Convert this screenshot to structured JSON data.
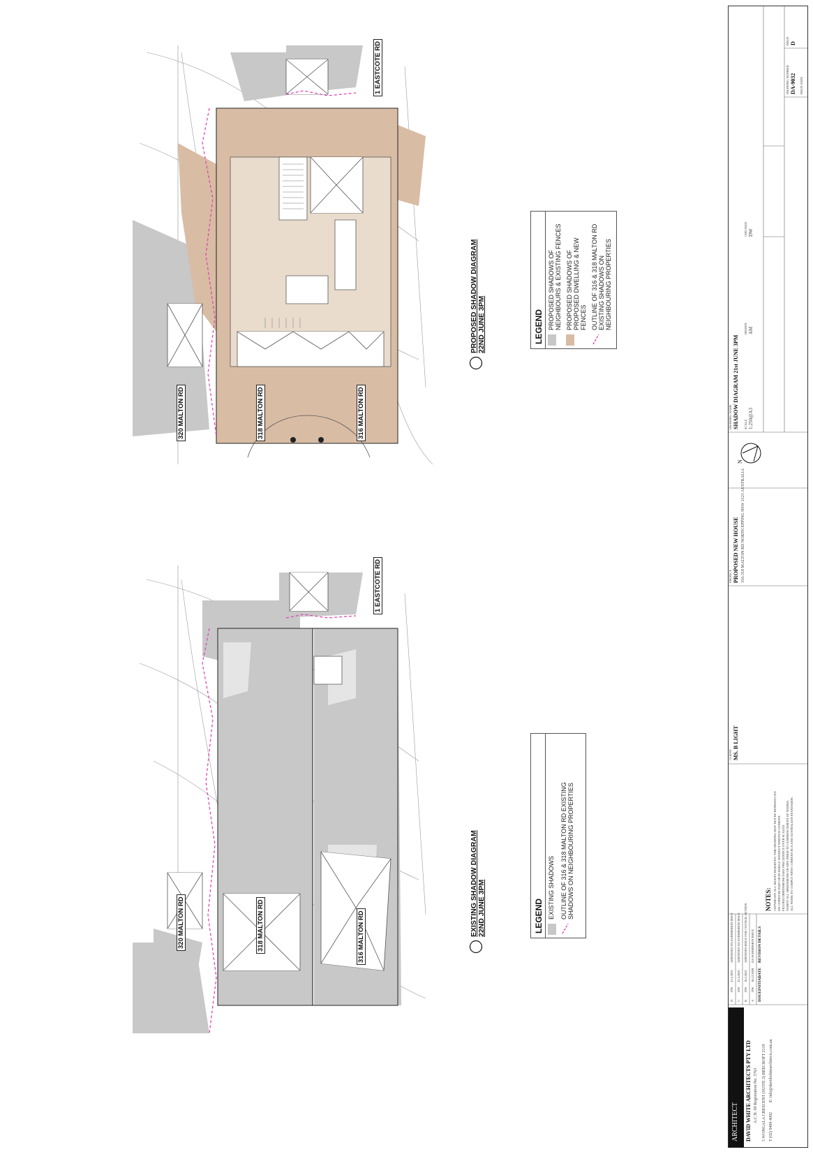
{
  "existing": {
    "title": "EXISTING SHADOW DIAGRAM",
    "subtitle": "22ND JUNE 3PM",
    "roads": [
      "320 MALTON RD",
      "318 MALTON RD",
      "316 MALTON RD",
      "1 EASTCOTE RD"
    ],
    "legend": {
      "title": "LEGEND",
      "items": [
        {
          "label": "EXISTING SHADOWS",
          "swatch": "#c8c8c8"
        },
        {
          "label": "OUTLINE OF 316 & 318 MALTON RD EXISTING SHADOWS ON NEIGHBOURING PROPERTIES",
          "swatch": "#e23ab4"
        }
      ]
    }
  },
  "proposed": {
    "title": "PROPOSED SHADOW DIAGRAM",
    "subtitle": "22ND JUNE 3PM",
    "roads": [
      "320 MALTON RD",
      "318 MALTON RD",
      "316 MALTON RD",
      "1 EASTCOTE RD"
    ],
    "legend": {
      "title": "LEGEND",
      "items": [
        {
          "label": "PROPOSED SHADOWS OF NEIGHBOURS & EXISTING FENCES",
          "swatch": "#c8c8c8"
        },
        {
          "label": "PROPOSED SHADOWS OF PROPOSED DWELLING & NEW FENCES",
          "swatch": "#d8bca4"
        },
        {
          "label": "OUTLINE OF 316 & 318 MALTON RD EXISTING SHADOWS ON NEIGHBOURING PROPERTIES",
          "swatch": "#e23ab4"
        }
      ]
    }
  },
  "titleblock": {
    "architect_tag": "ARCHITECT",
    "firm": "DAVID WHITE ARCHITECTS PTY LTD",
    "firm_sub": "A.C.N. 00 Registration No. 5763",
    "firm_address": "5 WONGALA CRESCENT (SUITE 2) BEECROFT 2119",
    "firm_phone": "T (02) 9484 4092",
    "firm_email": "E: info@davidwhitearchitects.com.au",
    "revisions_header": [
      "ISSUE",
      "INITIAL",
      "DATE",
      "REVISION DETAILS"
    ],
    "revisions": [
      [
        "D",
        "DW",
        "21.6.2021",
        "AMENDED DA SUBMISSION ISSUE"
      ],
      [
        "C",
        "DW",
        "22.4.2021",
        "AMENDED DA SUBMISSION ISSUE"
      ],
      [
        "B",
        "DW",
        "18.2.2021",
        "AMENDED ISSUE FOR COUNCIL REVIEW"
      ],
      [
        "A",
        "DW",
        "18.12.2020",
        "DA SUBMISSION ISSUE"
      ]
    ],
    "notes_title": "NOTES:",
    "notes": [
      "COPYRIGHT: ALL RIGHTS RESERVED. THIS DRAWING MAY NOT BE REPRODUCED",
      "OR COPIED IN PART OR IN WHOLE WITHOUT WRITTEN CONSENT.",
      "FIGURED DIMENSIONS TAKE PRECEDENCE OVER SCALED.",
      "VERIFY ALL DIMENSIONS ON SITE PRIOR TO COMMENCEMENT OF WORKS.",
      "ALL WORK TO COMPLY WITH CURRENT BCA AND AUSTRALIAN STANDARDS."
    ],
    "client_label": "CLIENT",
    "client": "MS. B LIGHT",
    "project_label": "PROJECT",
    "project": "PROPOSED NEW HOUSE",
    "project_address": "316-318 MALTON RD NORTH EPPING NSW 2121 AUSTRALIA",
    "drawing_name_label": "DRAWING NAME",
    "drawing_name": "SHADOW DIAGRAM 21st JUNE 3PM",
    "scale_label": "SCALE",
    "scale": "1:250@A3",
    "drawn_label": "DRAWN",
    "drawn": "AM",
    "checked_label": "CHECKED",
    "checked": "DW",
    "drawing_number_label": "DRAWING NUMBER",
    "drawing_number": "DA-9032",
    "issue_label": "ISSUE",
    "issue": "D",
    "issue_date_label": "ISSUE DATE",
    "north_label": "N"
  },
  "colors": {
    "shadow_grey": "#c8c8c8",
    "proposed_tan": "#d8bca4",
    "outline_magenta": "#e23ab4"
  }
}
